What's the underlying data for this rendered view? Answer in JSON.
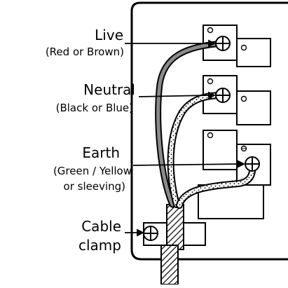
{
  "labels": {
    "live": {
      "title": "Live",
      "sub": "(Red or Brown)"
    },
    "neutral": {
      "title": "Neutral",
      "sub": "(Black or Blue)"
    },
    "earth": {
      "title": "Earth",
      "sub1": "(Green / Yellow",
      "sub2": "or sleeving)"
    },
    "clamp": {
      "line1": "Cable",
      "line2": "clamp"
    }
  },
  "colors": {
    "outline": "#000000",
    "live_wire": "#8a8a8a",
    "neutral_wire": "#ffffff",
    "earth_wire": "#ffffff",
    "background": "#ffffff"
  }
}
